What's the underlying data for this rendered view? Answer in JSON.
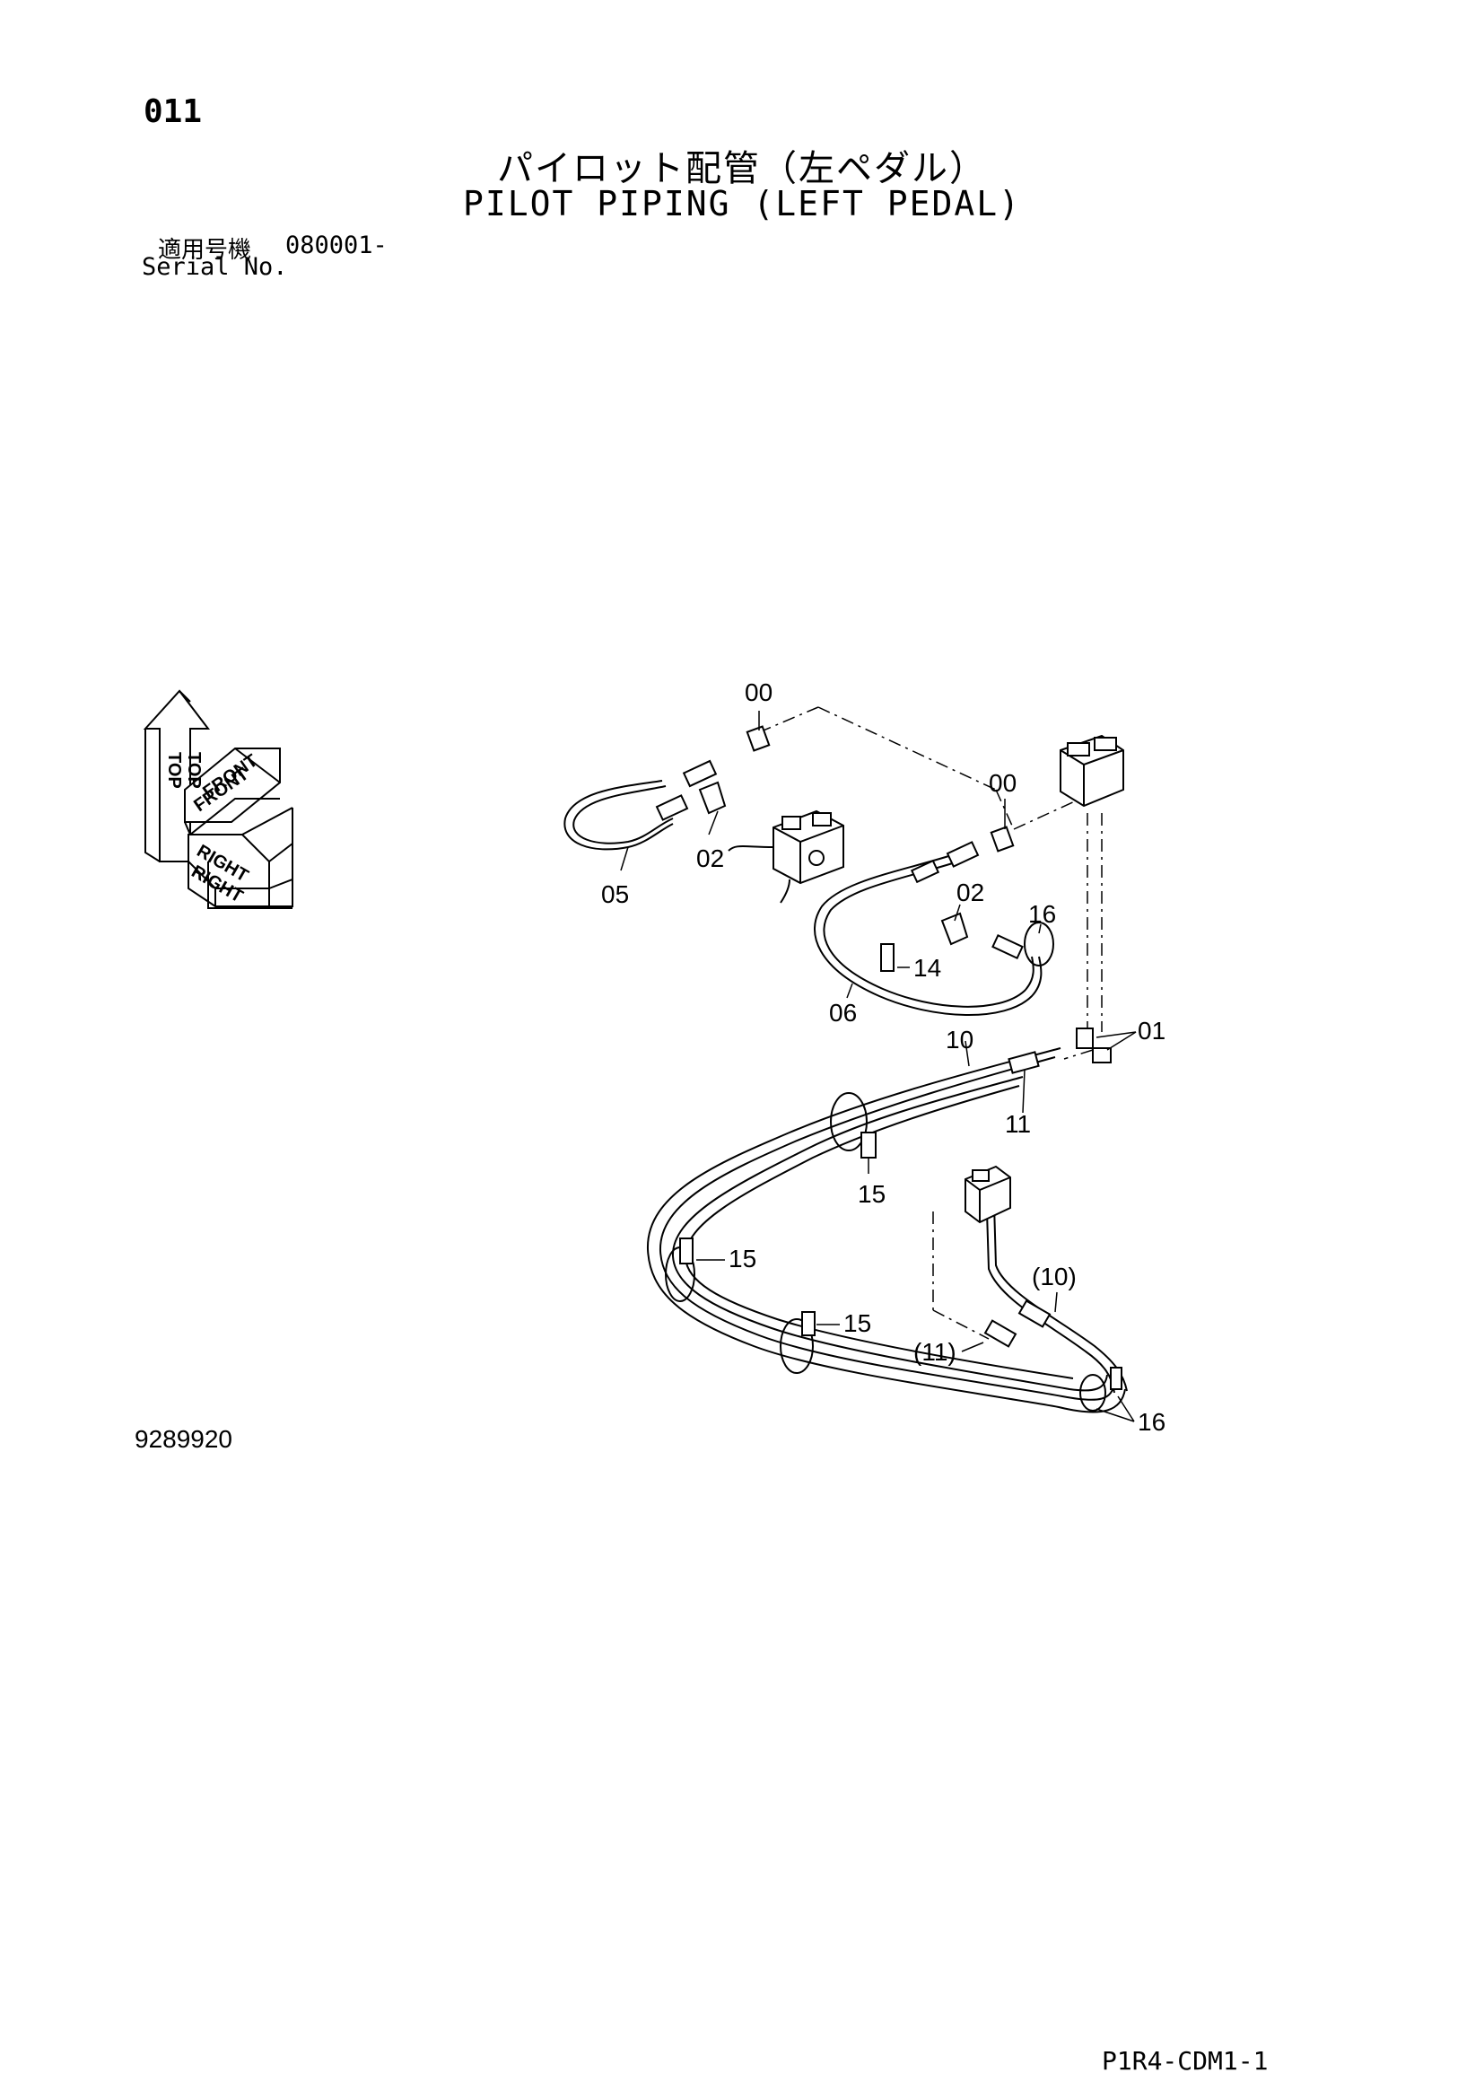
{
  "header": {
    "page_number": "011",
    "title_jp": "パイロット配管（左ペダル）",
    "title_en": "PILOT PIPING (LEFT PEDAL)",
    "serial_label_jp": "適用号機",
    "serial_value": "080001-",
    "serial_label_en": "Serial No."
  },
  "orientation": {
    "labels": [
      "TOP",
      "FRONT",
      "RIGHT"
    ]
  },
  "callouts": {
    "c00_top": "00",
    "c00_right": "00",
    "c02_left": "02",
    "c02_mid": "02",
    "c05": "05",
    "c16_upper": "16",
    "c14": "14",
    "c06": "06",
    "c10": "10",
    "c01": "01",
    "c11": "11",
    "c15_a": "15",
    "c15_b": "15",
    "c15_c": "15",
    "c10_paren": "(10)",
    "c11_paren": "(11)",
    "c16_lower": "16"
  },
  "figure_number": "9289920",
  "footer": {
    "code": "P1R4-CDM1-1"
  }
}
